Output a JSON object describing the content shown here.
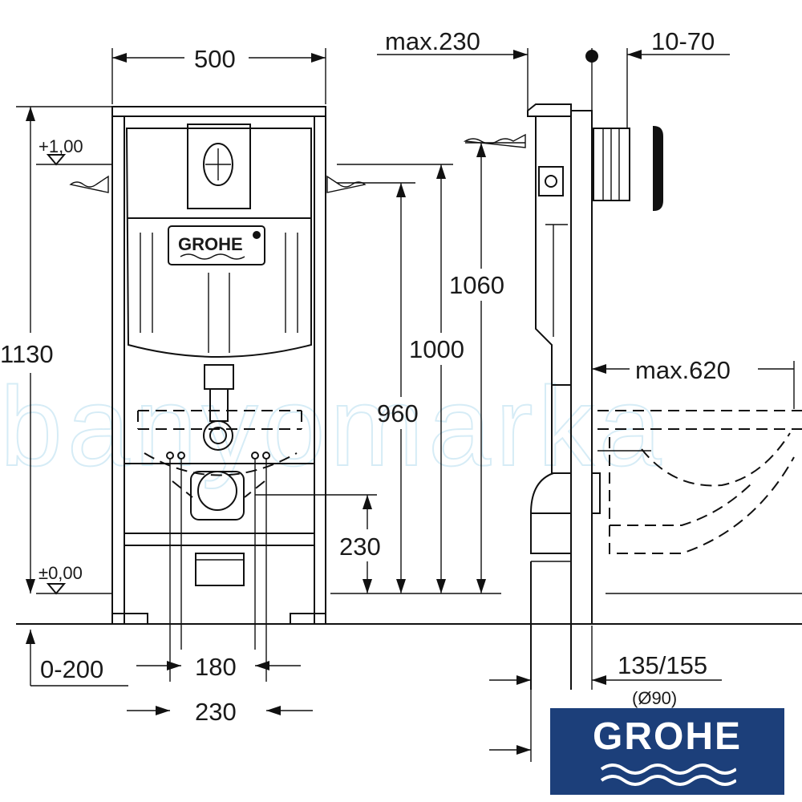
{
  "watermark": {
    "text": "banyomarka"
  },
  "dimensions": {
    "width_500": "500",
    "max_230": "max.230",
    "range_10_70": "10-70",
    "level_plus_1": "+1,00",
    "level_zero": "±0,00",
    "height_1130": "1130",
    "height_1060": "1060",
    "height_1000": "1000",
    "height_960": "960",
    "height_230": "230",
    "max_620": "max.620",
    "range_0_200": "0-200",
    "spacing_180": "180",
    "spacing_230": "230",
    "range_135_155": "135/155",
    "diameter_90": "(Ø90)"
  },
  "tank_label": "GROHE",
  "logo": {
    "text": "GROHE",
    "bg_color": "#1c3f7a",
    "text_color": "#ffffff"
  }
}
